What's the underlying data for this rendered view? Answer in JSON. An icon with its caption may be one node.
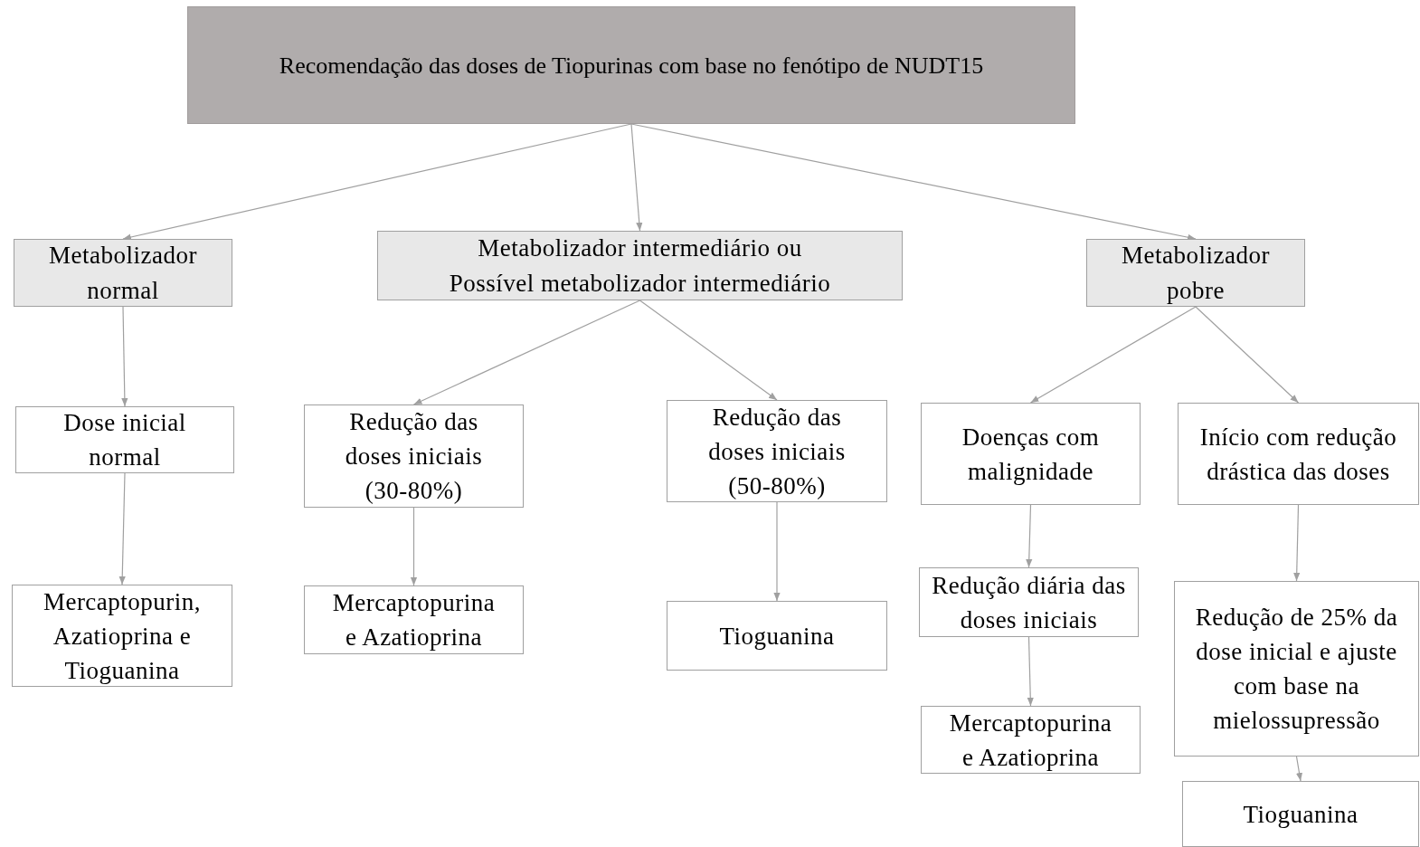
{
  "diagram": {
    "nodes": [
      {
        "text": [
          "Recomendação das doses de Tiopurinas com base no fenótipo de NUDT15"
        ]
      },
      {
        "text": [
          "Metabolizador normal"
        ]
      },
      {
        "text": [
          "Metabolizador intermediário ou Possível metabolizador intermediário"
        ]
      },
      {
        "text": [
          "Metabolizador pobre"
        ]
      },
      {
        "text": [
          "Dose inicial normal"
        ]
      },
      {
        "text": [
          "Redução das doses iniciais (30-80%)"
        ]
      },
      {
        "text": [
          "Redução das doses iniciais (50-80%)"
        ]
      },
      {
        "text": [
          "Doenças com malignidade"
        ]
      },
      {
        "text": [
          "Início com redução drástica das doses"
        ]
      },
      {
        "text": [
          "Mercaptopurin, Azatioprina e Tioguanina"
        ]
      },
      {
        "text": [
          "Mercaptopurina e Azatioprina"
        ]
      },
      {
        "text": [
          "Tioguanina"
        ]
      },
      {
        "text": [
          "Redução diária das doses iniciais"
        ]
      },
      {
        "text": [
          "Redução de 25% da dose inicial e ajuste com base na mielossupressão"
        ]
      },
      {
        "text": [
          "Mercaptopurina e Azatioprina"
        ]
      },
      {
        "text": [
          "Tioguanina"
        ]
      }
    ],
    "edges": [
      {
        "from": 0,
        "to": 1,
        "arrow": "to"
      },
      {
        "from": 0,
        "to": 2,
        "arrow": "to"
      },
      {
        "from": 0,
        "to": 3,
        "arrow": "to"
      },
      {
        "from": 1,
        "to": 4,
        "arrow": "to"
      },
      {
        "from": 2,
        "to": 5,
        "arrow": "to"
      },
      {
        "from": 2,
        "to": 6,
        "arrow": "to"
      },
      {
        "from": 3,
        "to": 7,
        "arrow": "to"
      },
      {
        "from": 3,
        "to": 8,
        "arrow": "to"
      },
      {
        "from": 4,
        "to": 9,
        "arrow": "to"
      },
      {
        "from": 5,
        "to": 10,
        "arrow": "to"
      },
      {
        "from": 6,
        "to": 11,
        "arrow": "to"
      },
      {
        "from": 7,
        "to": 12,
        "arrow": "to"
      },
      {
        "from": 12,
        "to": 14,
        "arrow": "to"
      },
      {
        "from": 8,
        "to": 13,
        "arrow": "to"
      },
      {
        "from": 13,
        "to": 15,
        "arrow": "to"
      }
    ]
  }
}
